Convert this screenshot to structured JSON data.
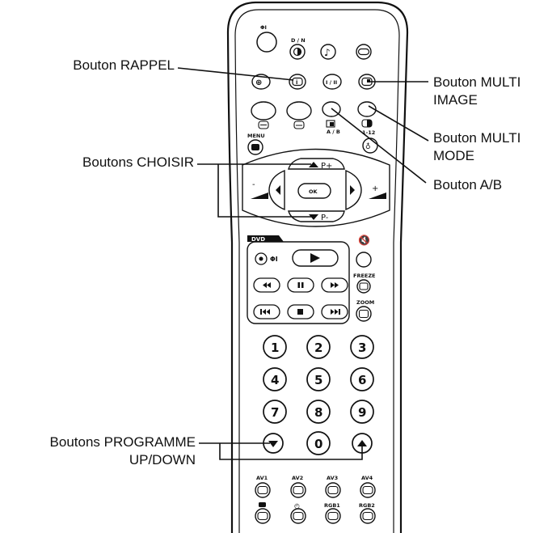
{
  "callouts": {
    "rappel": "Bouton RAPPEL",
    "choisir": "Boutons CHOISIR",
    "programme_line1": "Boutons PROGRAMME",
    "programme_line2": "UP/DOWN",
    "multi_image_line1": "Bouton MULTI",
    "multi_image_line2": "IMAGE",
    "multi_mode_line1": "Bouton MULTI",
    "multi_mode_line2": "MODE",
    "ab": "Bouton A/B"
  },
  "remote": {
    "power_symbol": "ΦI",
    "dn_label": "D / N",
    "i_ii_label": "I / II",
    "ab_label": "A / B",
    "count_label": "1-12",
    "menu_label": "MENU",
    "p_plus": "P+",
    "p_minus": "P-",
    "ok_label": "OK",
    "vol_minus": "-",
    "vol_plus": "+",
    "dvd_label": "DVD",
    "dvd_power": "ΦI",
    "freeze_label": "FREEZE",
    "zoom_label": "ZOOM",
    "digits": [
      "1",
      "2",
      "3",
      "4",
      "5",
      "6",
      "7",
      "8",
      "9",
      "0"
    ],
    "av_labels": [
      "AV1",
      "AV2",
      "AV3",
      "AV4"
    ],
    "rgb_labels": [
      "RGB1",
      "RGB2"
    ]
  }
}
